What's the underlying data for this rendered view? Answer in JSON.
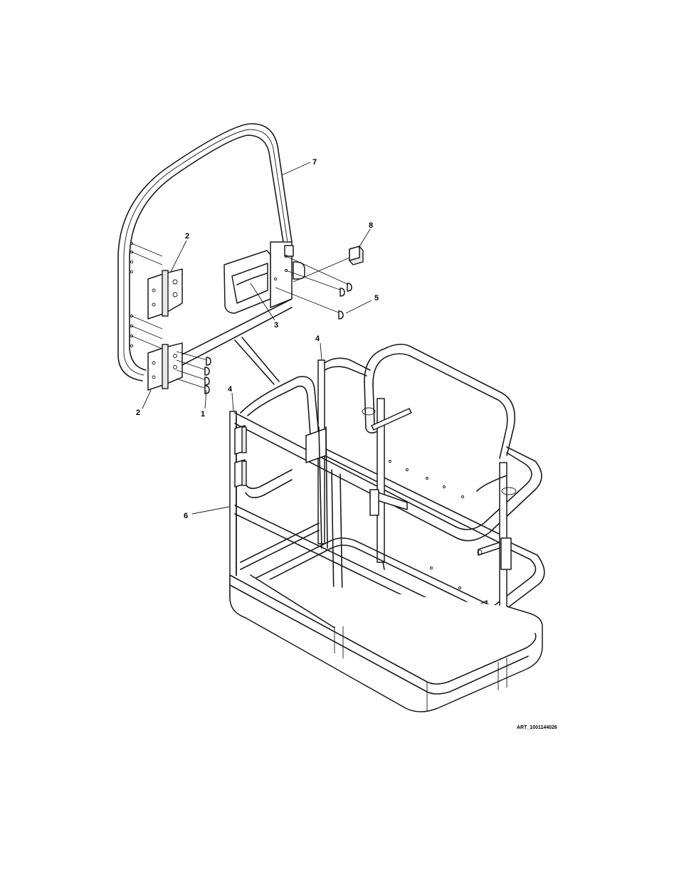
{
  "callouts": [
    {
      "id": "c7",
      "text": "7"
    },
    {
      "id": "c8",
      "text": "8"
    },
    {
      "id": "c2a",
      "text": "2"
    },
    {
      "id": "c5",
      "text": "5"
    },
    {
      "id": "c3",
      "text": "3"
    },
    {
      "id": "c4a",
      "text": "4"
    },
    {
      "id": "c2b",
      "text": "2"
    },
    {
      "id": "c1",
      "text": "1"
    },
    {
      "id": "c4b",
      "text": "4"
    },
    {
      "id": "c6",
      "text": "6"
    }
  ],
  "art_reference": "ART_1001144026"
}
